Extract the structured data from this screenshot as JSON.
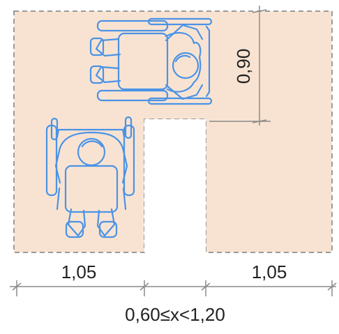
{
  "diagram": {
    "colors": {
      "area_fill": "#f8e3d2",
      "area_border": "#9a9a9a",
      "wheelchair_stroke": "#4a93e6",
      "dimension_line": "#8a8a8a",
      "text": "#222222"
    },
    "dimensions": {
      "left_width": "1,05",
      "right_width": "1,05",
      "gap_width": "0,60≤x<1,20",
      "passage_height": "0,90"
    },
    "icons": {
      "wheelchair_top": "wheelchair-user-icon",
      "wheelchair_left": "wheelchair-user-icon"
    }
  }
}
